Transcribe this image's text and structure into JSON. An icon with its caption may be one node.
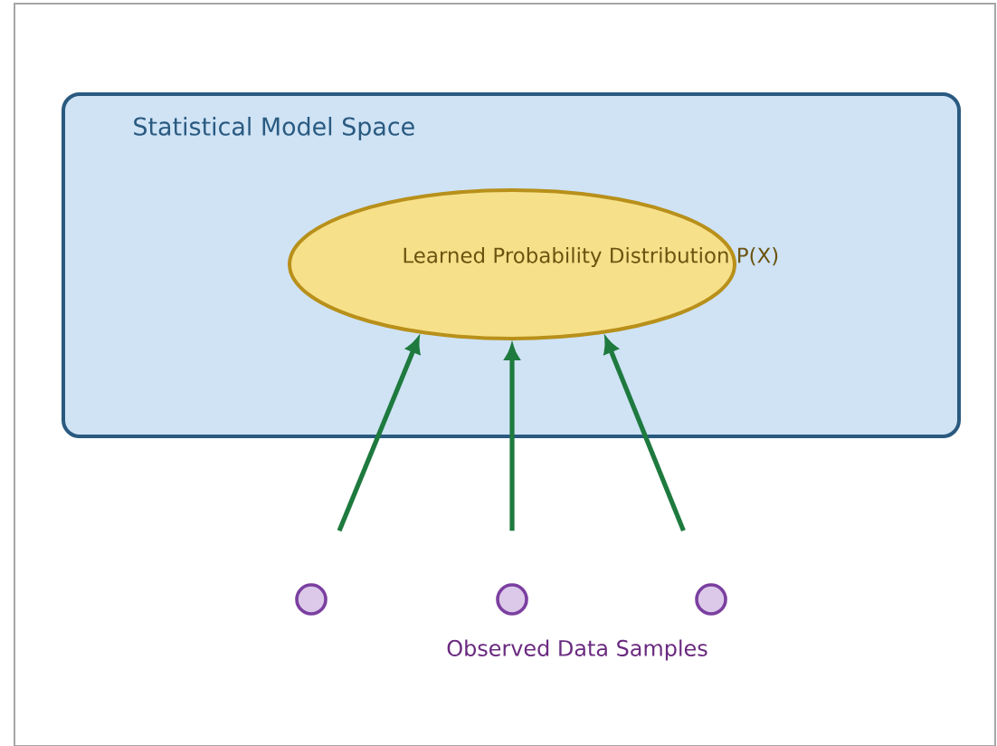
{
  "diagram": {
    "nodes": [
      {
        "text": [
          "Statistical Model Space"
        ]
      },
      {
        "text": [
          "Learned Probability Distribution  P(X)"
        ],
        "in": 0
      },
      {
        "text": [],
        "shape": "circle"
      },
      {
        "text": [],
        "shape": "circle"
      },
      {
        "text": [],
        "shape": "circle"
      }
    ],
    "edges": [
      {
        "from": 2,
        "to": 1,
        "arrow": "to"
      },
      {
        "from": 3,
        "to": 1,
        "arrow": "to"
      },
      {
        "from": 4,
        "to": 1,
        "arrow": "to"
      }
    ],
    "labels": [
      "Observed Data Samples"
    ]
  }
}
